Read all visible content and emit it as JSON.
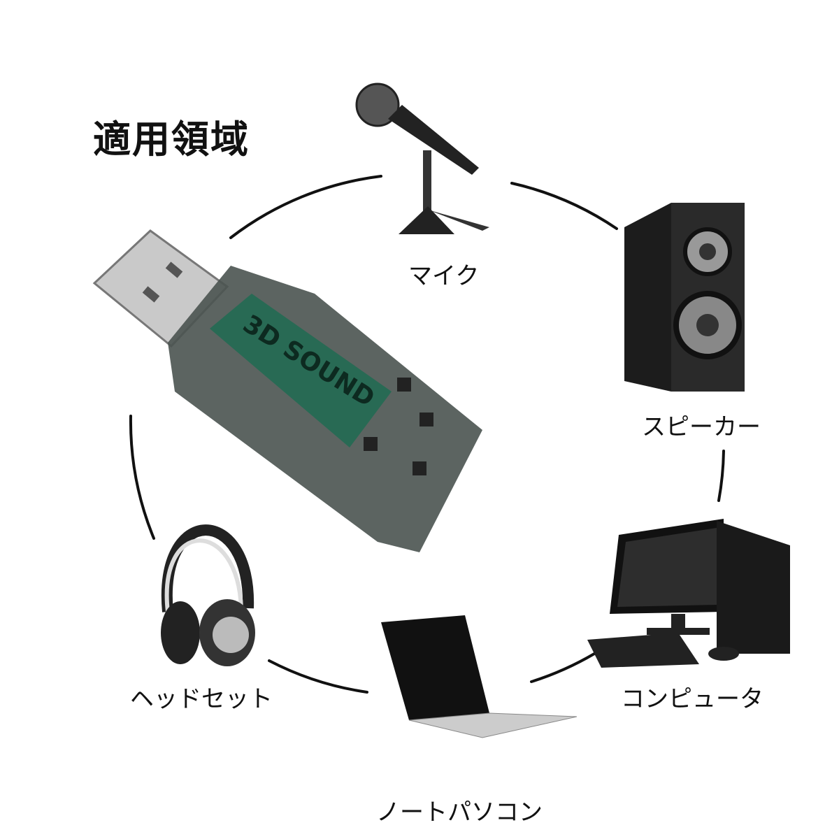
{
  "title": "適用領域",
  "product": {
    "name": "usb-sound-adapter",
    "marking": "3D SOUND"
  },
  "devices": [
    {
      "label": "マイク",
      "icon": "microphone-icon"
    },
    {
      "label": "スピーカー",
      "icon": "speaker-icon"
    },
    {
      "label": "コンピュータ",
      "icon": "desktop-computer-icon"
    },
    {
      "label": "ノートパソコン",
      "icon": "laptop-icon"
    },
    {
      "label": "ヘッドセット",
      "icon": "headphones-icon"
    }
  ],
  "colors": {
    "text": "#111111",
    "arc": "#111111",
    "adapter_board": "#1f6b52"
  }
}
